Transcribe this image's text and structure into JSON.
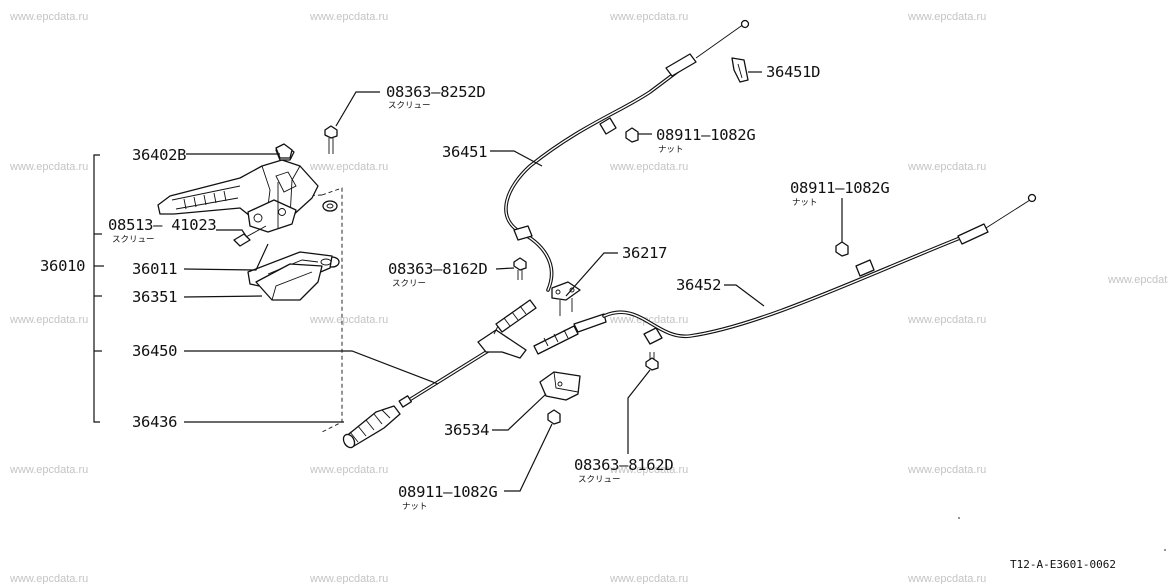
{
  "watermark": "www.epcdata.ru",
  "diagram_code": "T12-A-E3601-0062",
  "callouts": [
    {
      "id": "36451D",
      "part": "36451D",
      "desc": ""
    },
    {
      "id": "08363-8252D",
      "part": "08363–8252D",
      "desc": "スクリュー"
    },
    {
      "id": "08911-1082G-a",
      "part": "08911–1082G",
      "desc": "ナット"
    },
    {
      "id": "36451",
      "part": "36451",
      "desc": ""
    },
    {
      "id": "36402B",
      "part": "36402B",
      "desc": ""
    },
    {
      "id": "08911-1082G-b",
      "part": "08911–1082G",
      "desc": "ナット"
    },
    {
      "id": "08513-41023",
      "part": "08513– 41023",
      "desc": "スクリュー"
    },
    {
      "id": "36217",
      "part": "36217",
      "desc": ""
    },
    {
      "id": "36010",
      "part": "36010",
      "desc": ""
    },
    {
      "id": "36011",
      "part": "36011",
      "desc": ""
    },
    {
      "id": "08363-8162D-a",
      "part": "08363–8162D",
      "desc": "スクリー"
    },
    {
      "id": "36452",
      "part": "36452",
      "desc": ""
    },
    {
      "id": "36351",
      "part": "36351",
      "desc": ""
    },
    {
      "id": "36450",
      "part": "36450",
      "desc": ""
    },
    {
      "id": "36436",
      "part": "36436",
      "desc": ""
    },
    {
      "id": "36534",
      "part": "36534",
      "desc": ""
    },
    {
      "id": "08363-8162D-b",
      "part": "08363–8162D",
      "desc": "スクリュー"
    },
    {
      "id": "08911-1082G-c",
      "part": "08911–1082G",
      "desc": "ナット"
    }
  ]
}
